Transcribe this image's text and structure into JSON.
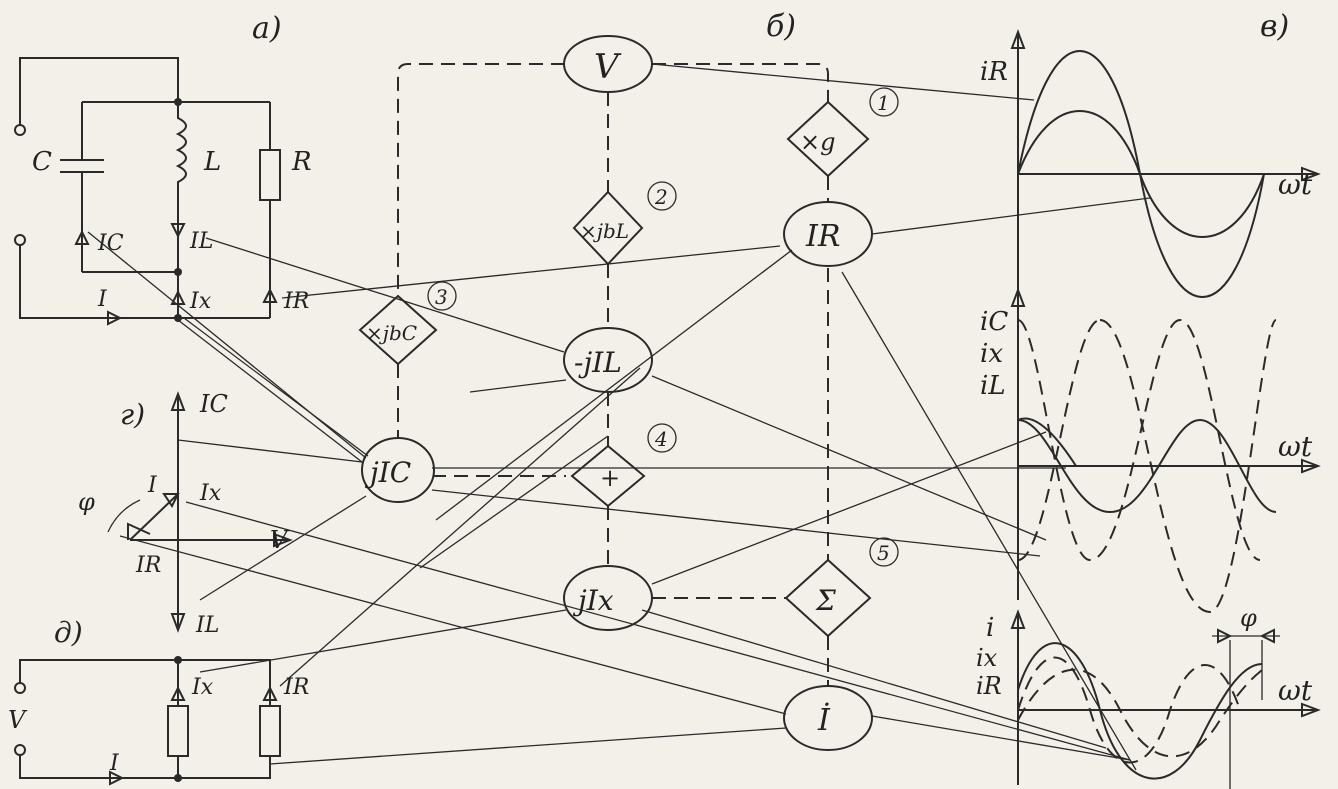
{
  "panels": {
    "a": "а)",
    "b": "б)",
    "v": "в)",
    "g": "г)",
    "d": "д)"
  },
  "circuit_a": {
    "C": "C",
    "L": "L",
    "R": "R",
    "IC": "IC",
    "IL": "IL",
    "IX": "Ix",
    "IR": "IR",
    "I": "I"
  },
  "flow_nodes": {
    "V": "V",
    "IR": "IR",
    "mIL": "-jIL",
    "jIC": "jIC",
    "jIX": "jIx",
    "Idot": "İ"
  },
  "flow_ops": {
    "xg": "×g",
    "xjbL": "×jbL",
    "xjbC": "×jbC",
    "plus": "+",
    "sum": "Σ"
  },
  "steps": [
    "1",
    "2",
    "3",
    "4",
    "5"
  ],
  "vector_g": {
    "IC": "IC",
    "I": "I",
    "IX": "Ix",
    "phi": "φ",
    "V": "V",
    "IR": "IR",
    "IL": "IL"
  },
  "circuit_d": {
    "V": "V",
    "I": "I",
    "IX": "Ix",
    "IR": "IR"
  },
  "graphs": {
    "g1": {
      "y": "iR",
      "x": "ωt"
    },
    "g2": {
      "y1": "iC",
      "y2": "ix",
      "y3": "iL",
      "x": "ωt"
    },
    "g3": {
      "y1": "i",
      "y2": "ix",
      "y3": "iR",
      "x": "ωt",
      "phase": "φ"
    }
  }
}
